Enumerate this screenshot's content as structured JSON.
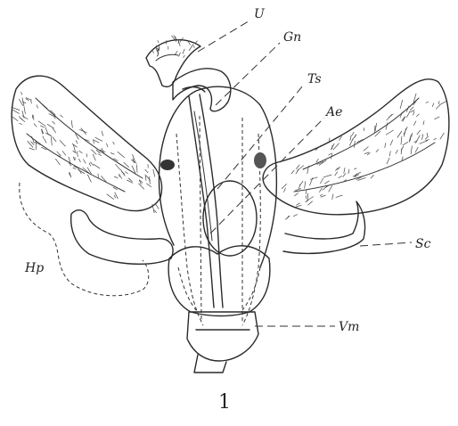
{
  "figure": {
    "number": "1",
    "labels": {
      "uncus": "U",
      "gnathos": "Gn",
      "tegumen_s": "Ts",
      "aedeagus": "Ae",
      "sacculus": "Sc",
      "hairpencil": "Hp",
      "vinculum": "Vm"
    }
  }
}
